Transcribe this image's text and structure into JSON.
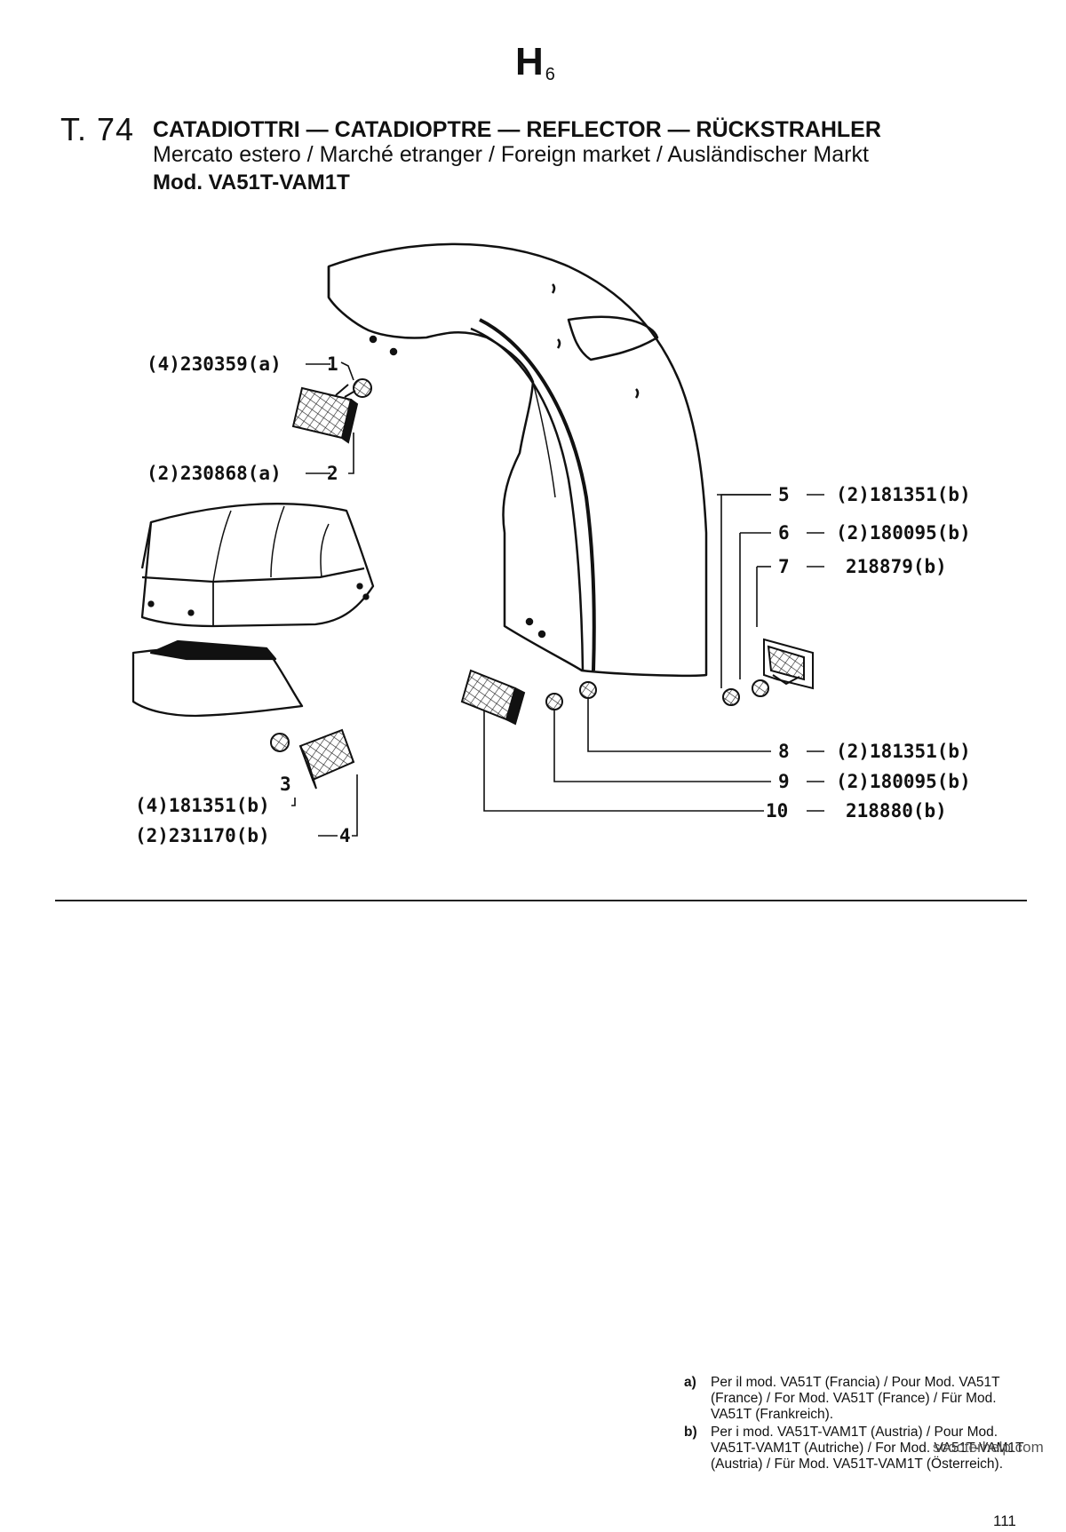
{
  "header": {
    "section": "H",
    "section_sub": "6",
    "table_number": "T. 74",
    "title": "CATADIOTTRI — CATADIOPTRE — REFLECTOR — RÜCKSTRAHLER",
    "subtitle": "Mercato estero / Marché etranger / Foreign market / Ausländischer Markt",
    "model": "Mod. VA51T-VAM1T"
  },
  "parts": [
    {
      "ref": "1",
      "code": "(4)230359(a)"
    },
    {
      "ref": "2",
      "code": "(2)230868(a)"
    },
    {
      "ref": "3",
      "code": "(4)181351(b)"
    },
    {
      "ref": "4",
      "code": "(2)231170(b)"
    },
    {
      "ref": "5",
      "code": "(2)181351(b)"
    },
    {
      "ref": "6",
      "code": "(2)180095(b)"
    },
    {
      "ref": "7",
      "code": "218879(b)"
    },
    {
      "ref": "8",
      "code": "(2)181351(b)"
    },
    {
      "ref": "9",
      "code": "(2)180095(b)"
    },
    {
      "ref": "10",
      "code": "218880(b)"
    }
  ],
  "notes": [
    {
      "key": "a)",
      "text": "Per il mod. VA51T (Francia) / Pour Mod. VA51T (France) / For Mod. VA51T (France) / Für Mod. VA51T (Frankreich)."
    },
    {
      "key": "b)",
      "text": "Per i mod. VA51T-VAM1T (Austria) / Pour Mod. VA51T-VAM1T (Autriche) / For Mod. VA51T-VAM1T (Austria) / Für Mod. VA51T-VAM1T (Österreich)."
    }
  ],
  "watermark": "scooterhelp.com",
  "page_number": "111"
}
